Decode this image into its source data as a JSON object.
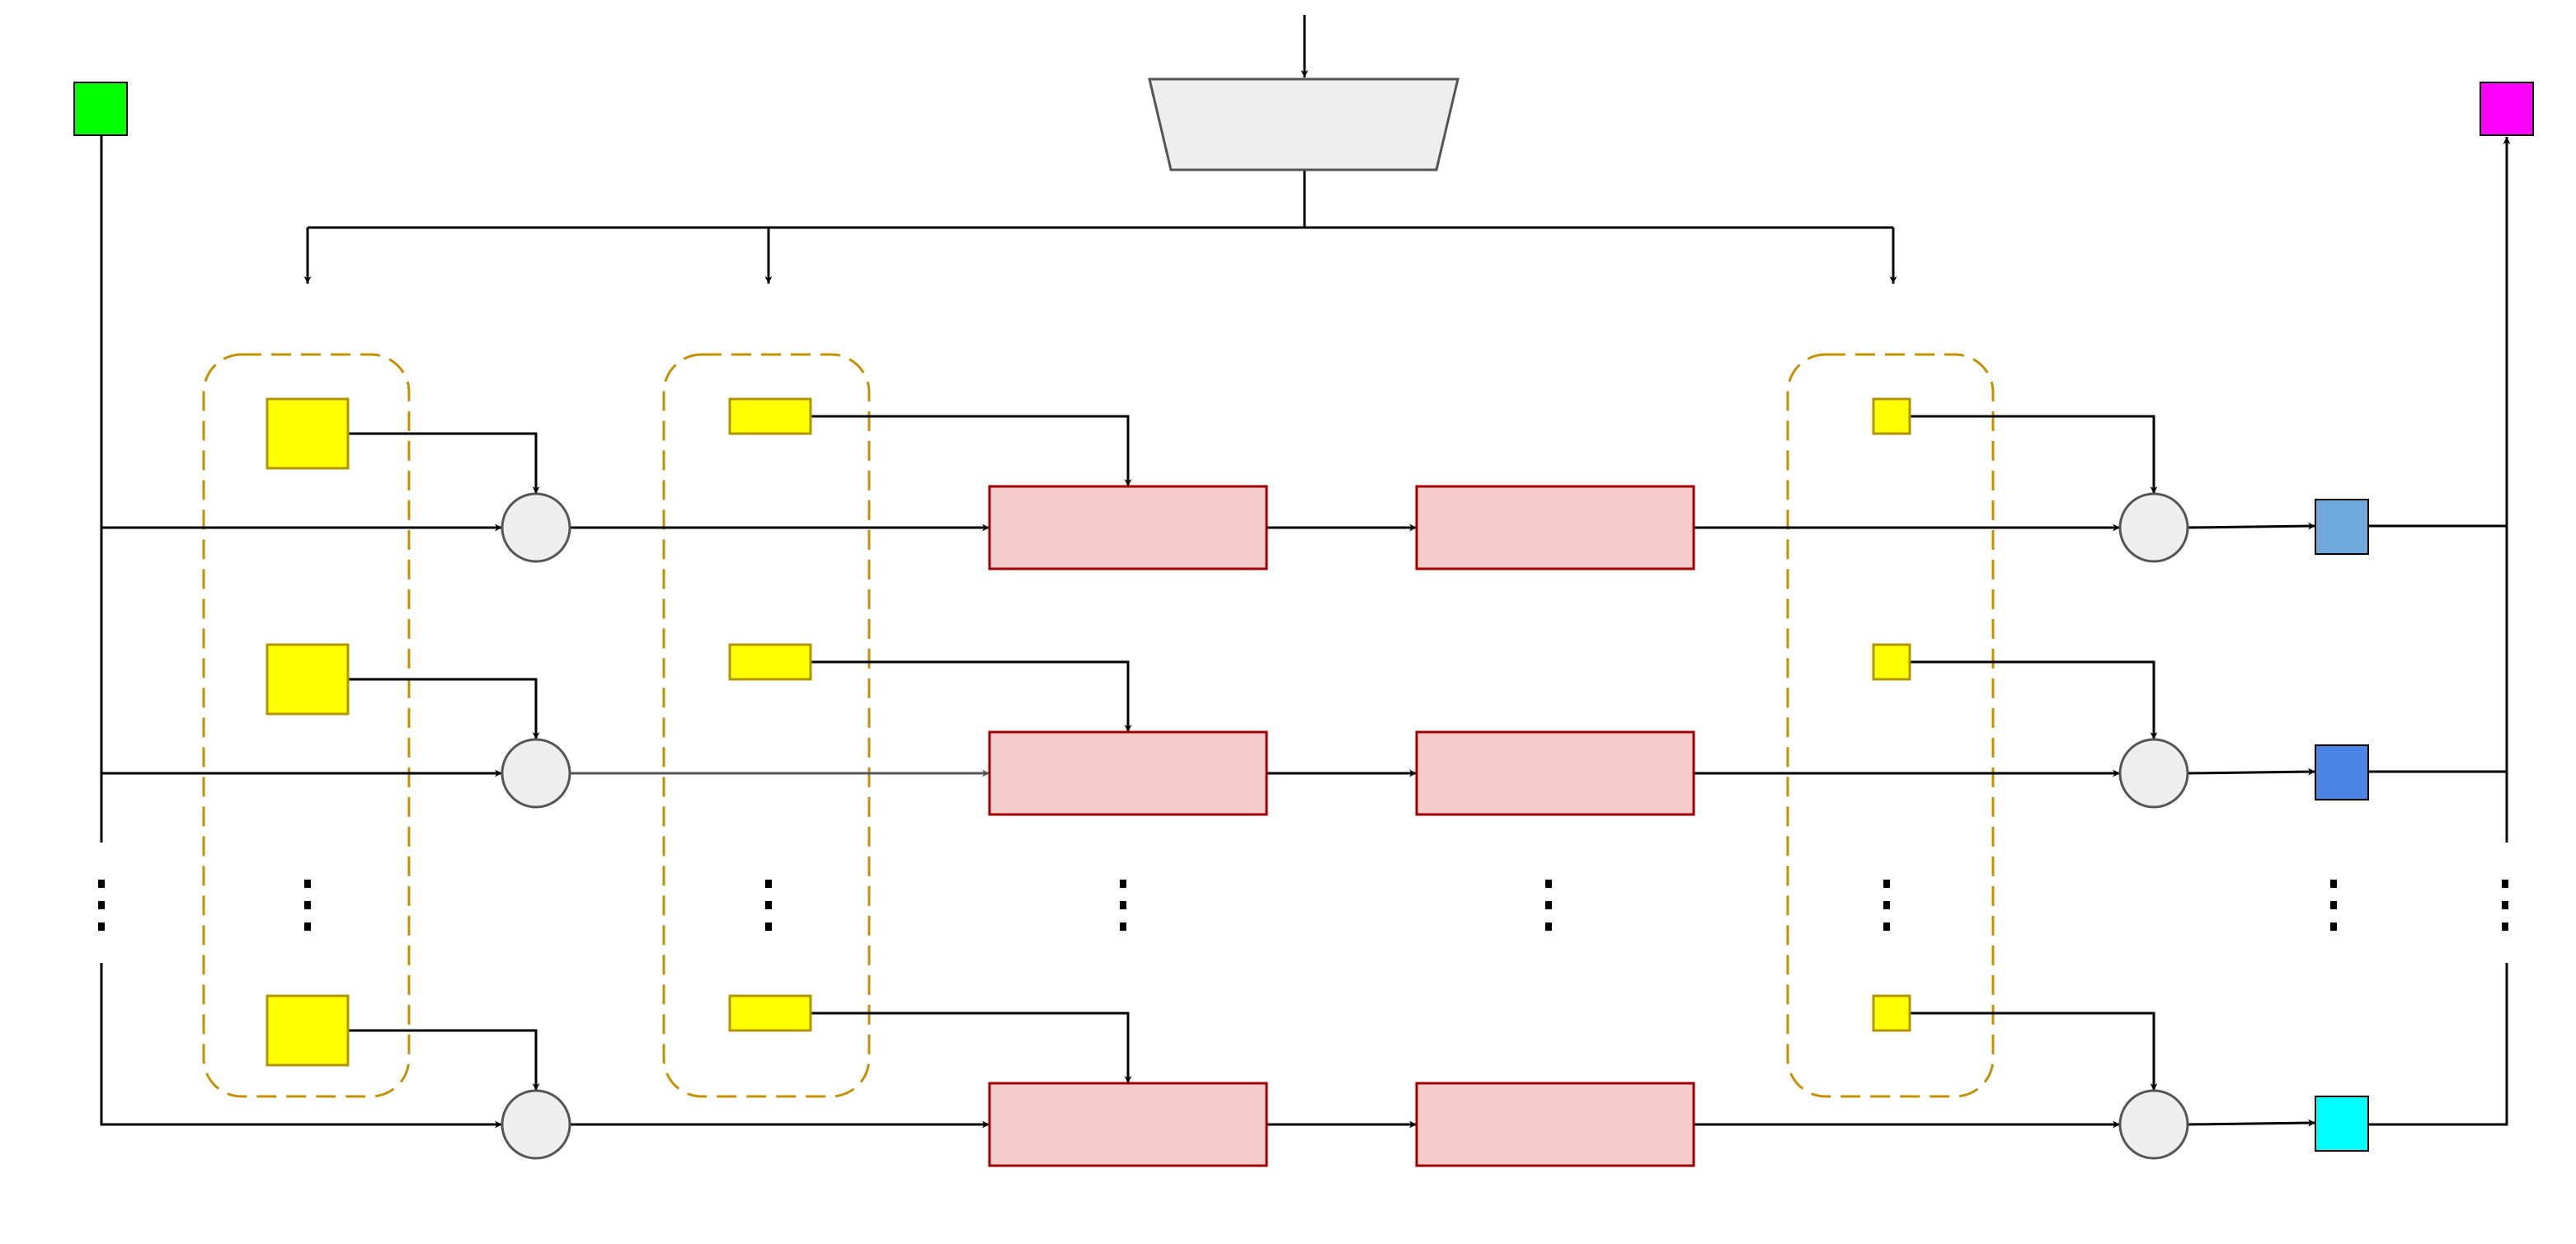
{
  "colors": {
    "background": "#ffffff",
    "wire": "#000000",
    "wire_grey": "#555555",
    "input_port": "#00ff00",
    "output_port": "#ff00ff",
    "trapezoid_fill": "#eeeeee",
    "trapezoid_stroke": "#555555",
    "node_fill": "#eeeeee",
    "node_stroke": "#555555",
    "group_border": "#c49000",
    "param_fill": "#ffff00",
    "param_stroke": "#b09500",
    "block_fill": "#f4cccc",
    "block_stroke": "#a00000",
    "out_row_1": "#6fa8dc",
    "out_row_2": "#4a86e8",
    "out_row_3": "#00ffff",
    "out_stroke": "#000000"
  },
  "icons": {
    "input_port": "green-square-icon",
    "output_port": "magenta-square-icon",
    "broadcast": "trapezoid-icon",
    "combine_node": "circle-node-icon",
    "param": "yellow-square-icon",
    "block": "pink-rectangle-icon",
    "row_output": "blue-square-icon",
    "ellipsis": "vertical-ellipsis-icon"
  },
  "structure": {
    "visible_rows": 3,
    "param_groups": 3,
    "blocks_per_row": 2,
    "has_row_ellipsis": true
  },
  "labels": {}
}
